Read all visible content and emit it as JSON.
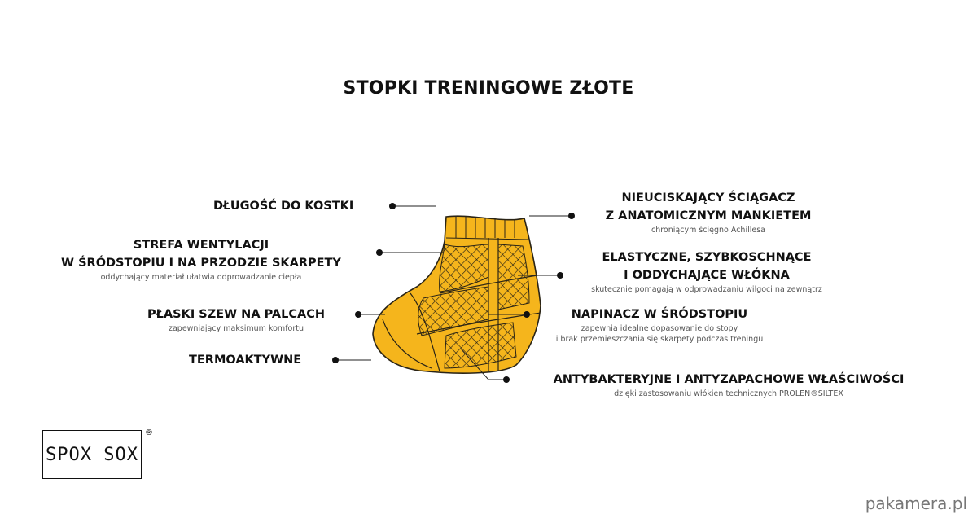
{
  "title": "STOPKI TRENINGOWE ZŁOTE",
  "colors": {
    "sock": "#f5b51c",
    "sock_outline": "#2a2416",
    "line": "#222222"
  },
  "labels": {
    "length": {
      "head": "DŁUGOŚĆ DO KOSTKI"
    },
    "ventilation": {
      "head1": "STREFA WENTYLACJI",
      "head2": "W ŚRÓDSTOPIU I NA PRZODZIE SKARPETY",
      "sub": "oddychający materiał ułatwia odprowadzanie ciepła"
    },
    "seam": {
      "head": "PŁASKI SZEW NA PALCACH",
      "sub": "zapewniający maksimum komfortu"
    },
    "thermo": {
      "head": "TERMOAKTYWNE"
    },
    "cuff": {
      "head1": "NIEUCISKAJĄCY ŚCIĄGACZ",
      "head2": "Z ANATOMICZNYM MANKIETEM",
      "sub": "chroniącym ścięgno Achillesa"
    },
    "fibers": {
      "head1": "ELASTYCZNE, SZYBKOSCHNĄCE",
      "head2": "I ODDYCHAJĄCE WŁÓKNA",
      "sub": "skutecznie pomagają w odprowadzaniu wilgoci na zewnątrz"
    },
    "tensioner": {
      "head": "NAPINACZ W ŚRÓDSTOPIU",
      "sub1": "zapewnia idealne dopasowanie do stopy",
      "sub2": "i brak przemieszczania się skarpety podczas treningu"
    },
    "antibac": {
      "head": "ANTYBAKTERYJNE I ANTYZAPACHOWE WŁAŚCIWOŚCI",
      "sub": "dzięki zastosowaniu włókien technicznych PROLEN®SILTEX"
    }
  },
  "logo": {
    "text": "SPOX SOX",
    "mark": "®"
  },
  "watermark": "pakamera.pl"
}
